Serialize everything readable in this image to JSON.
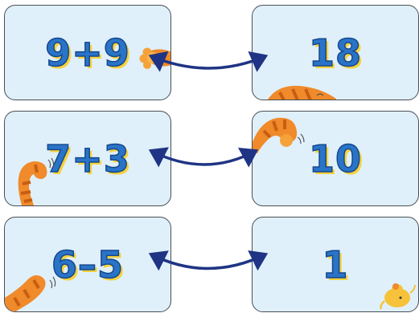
{
  "cards": {
    "left": [
      {
        "expression": "9+9"
      },
      {
        "expression": "7+3"
      },
      {
        "expression": "6–5"
      }
    ],
    "right": [
      {
        "answer": "18"
      },
      {
        "answer": "10"
      },
      {
        "answer": "1"
      }
    ]
  },
  "colors": {
    "card_bg": "#dff0fb",
    "card_border": "#4a4f56",
    "text_fill": "#2a74c8",
    "text_stroke": "#16488c",
    "text_shadow": "#f6d23c",
    "arrow": "#1f3484",
    "cat_orange": "#f08a2a"
  },
  "icons": [
    "cat-paw-icon",
    "cat-tail-icon",
    "cat-paw-icon",
    "cat-tail-icon",
    "cat-tail-icon",
    "mouse-icon"
  ]
}
